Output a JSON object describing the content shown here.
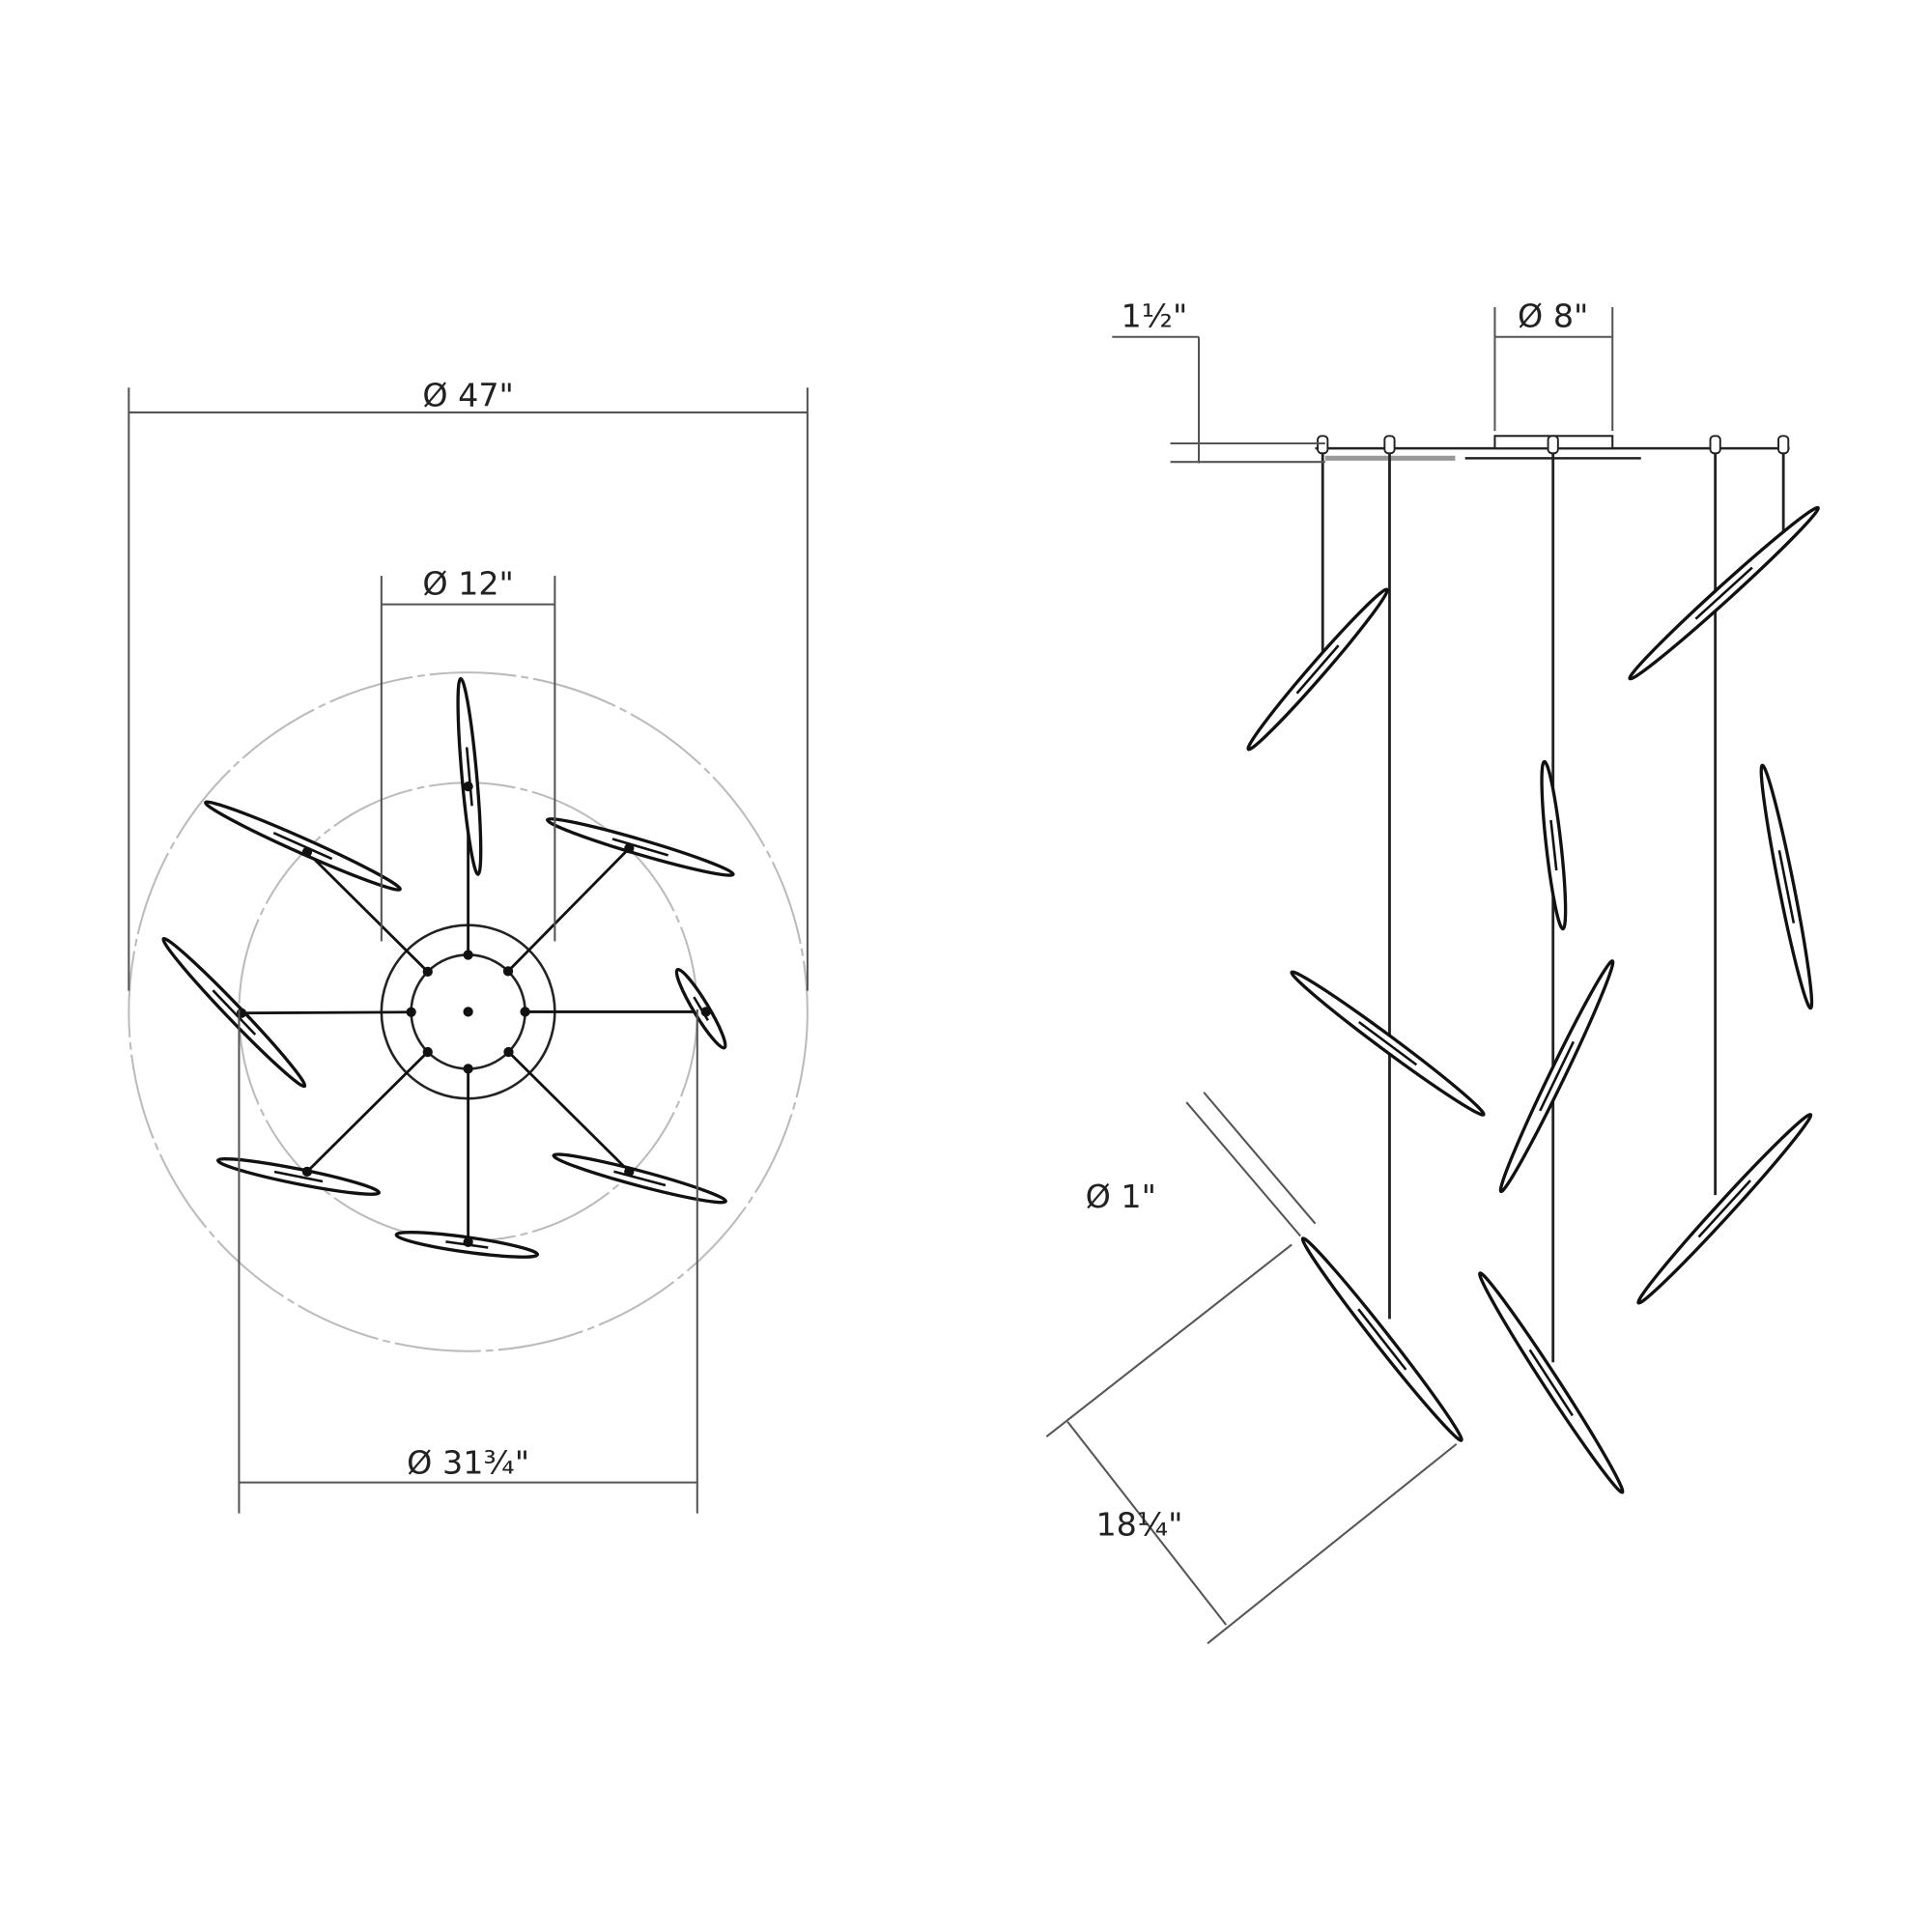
{
  "plan_view": {
    "overall_diameter": "Ø 47\"",
    "canopy_diameter": "Ø 12\"",
    "inner_diameter": "Ø 31¾\""
  },
  "side_view": {
    "canopy_height": "1½\"",
    "canopy_diameter": "Ø 8\"",
    "blade_diameter": "Ø 1\"",
    "blade_length": "18¼\""
  }
}
